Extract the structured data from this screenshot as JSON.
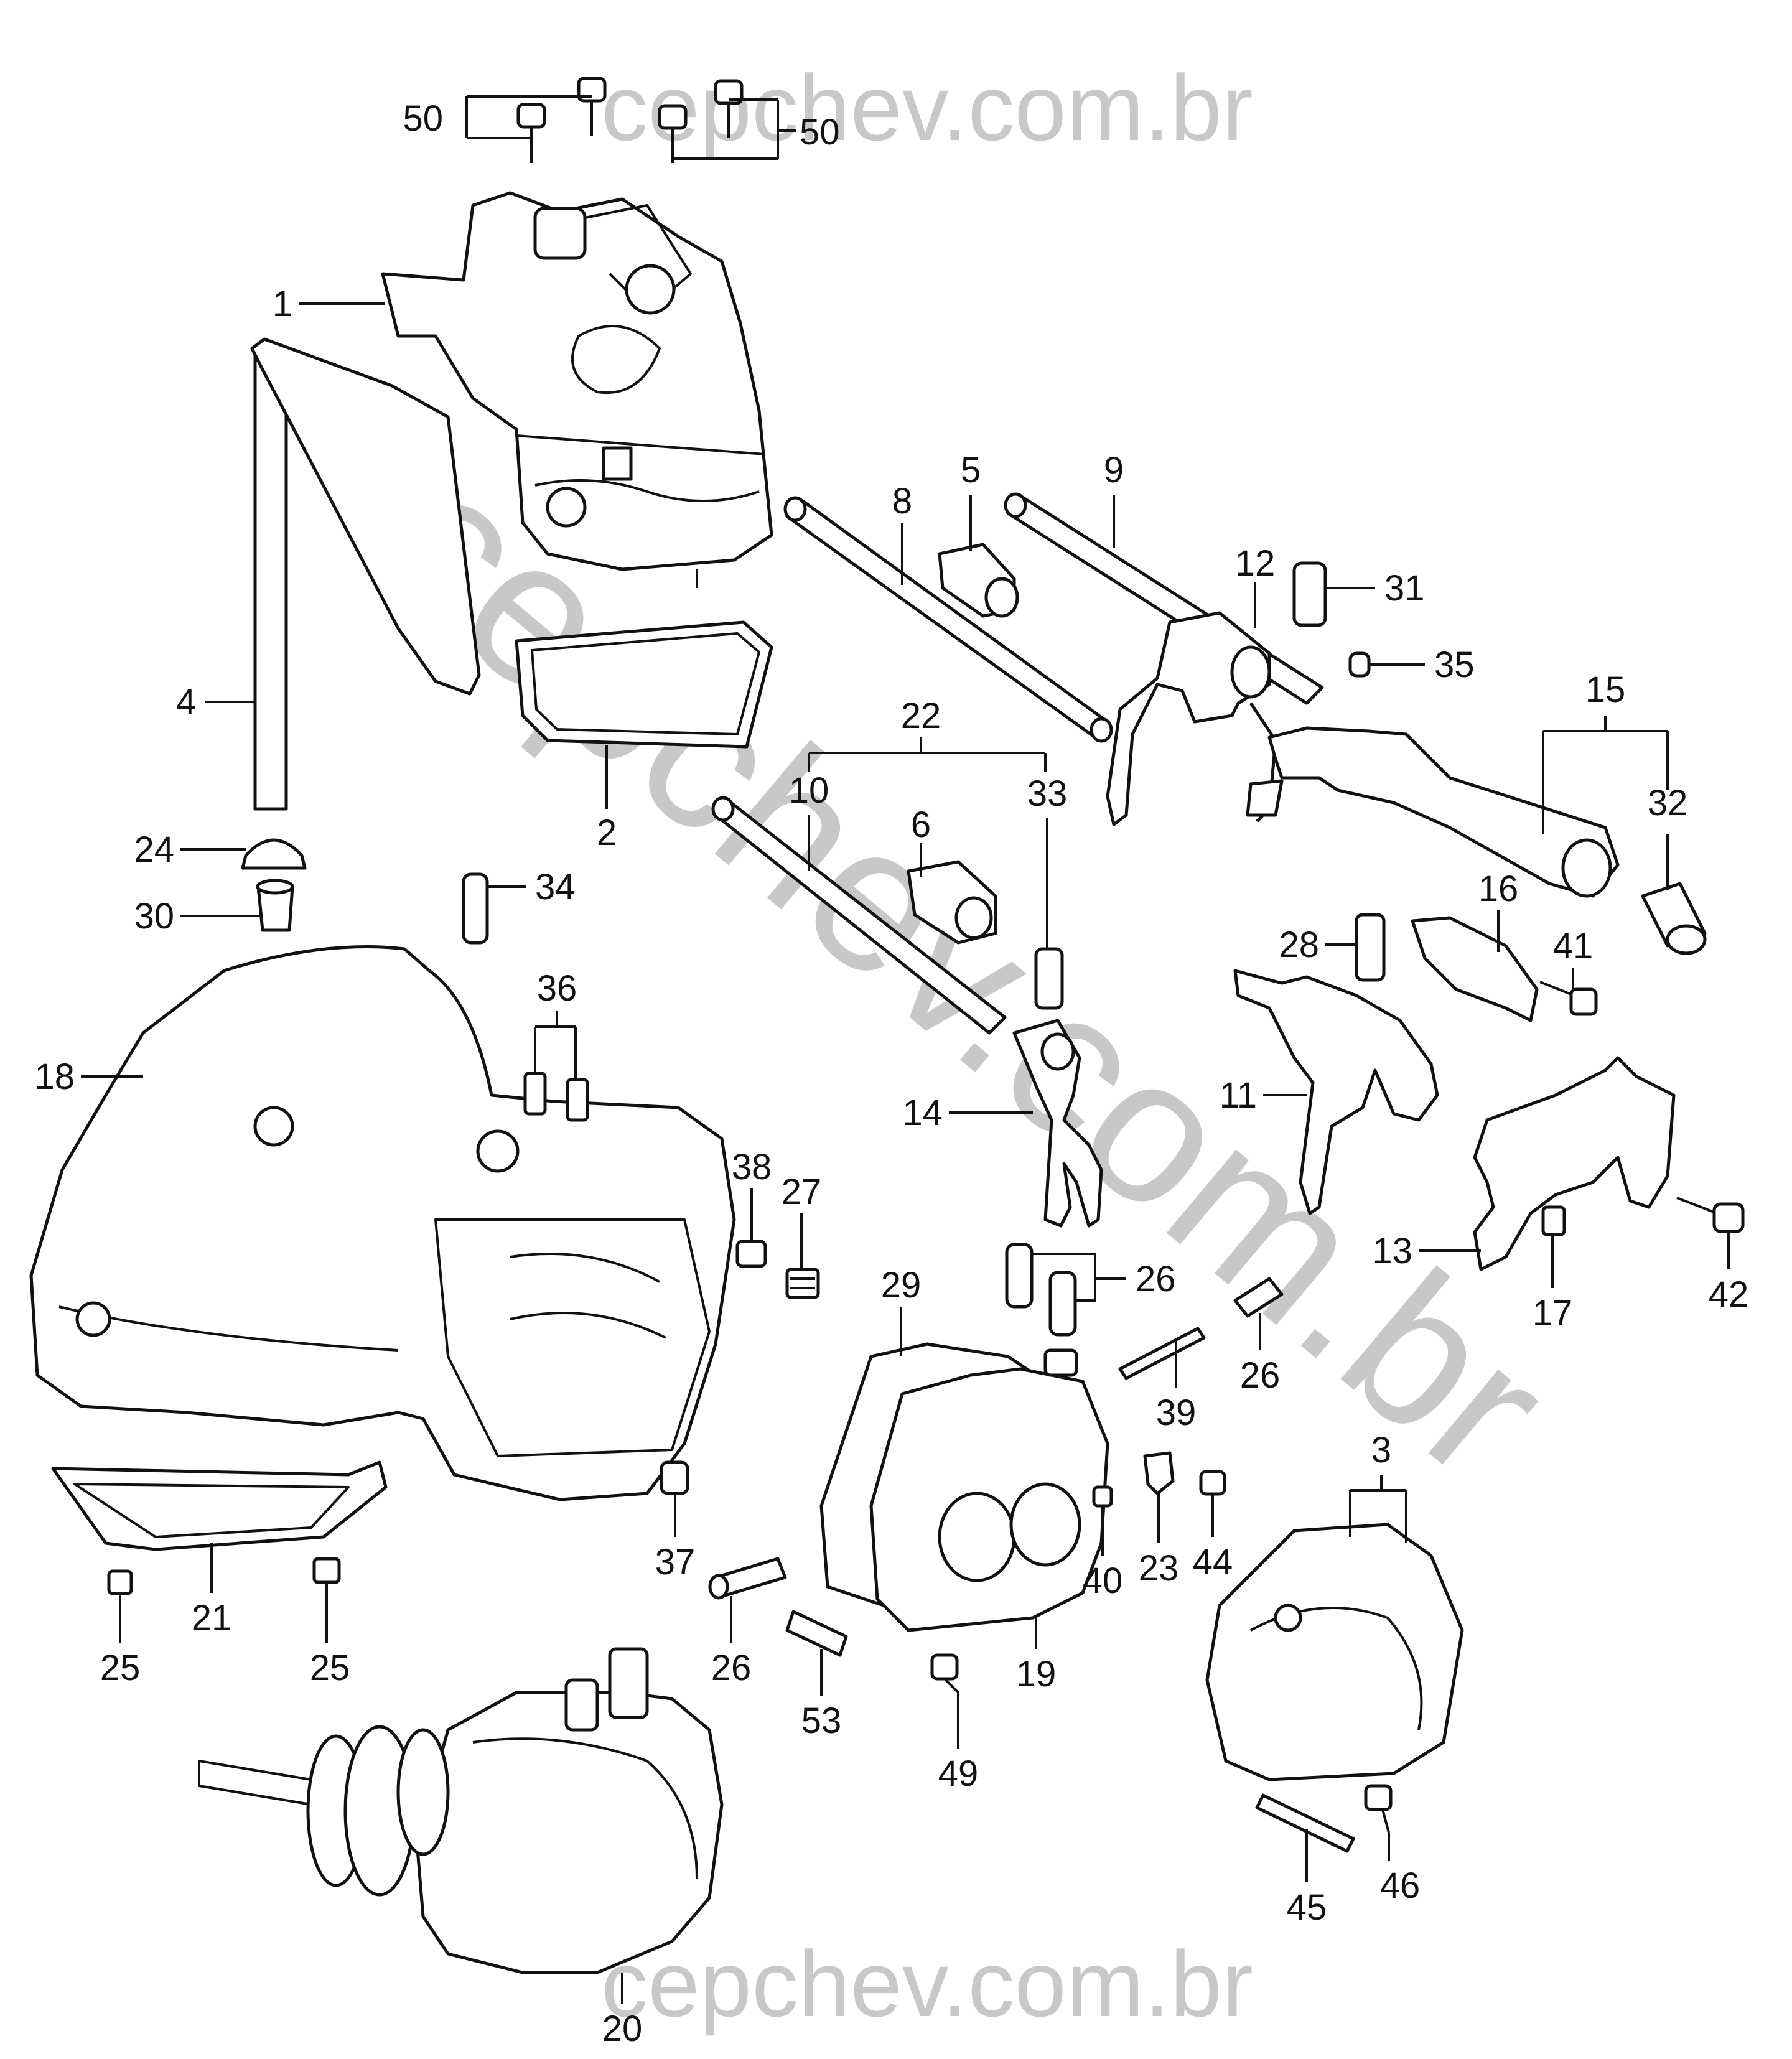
{
  "watermark": {
    "top": "cepchev.com.br",
    "bottom": "cepchev.com.br",
    "diagonal": "cepchev.com.br",
    "color": "#c8c8c8"
  },
  "labels": {
    "p1": "1",
    "p2": "2",
    "p3": "3",
    "p4": "4",
    "p5": "5",
    "p6": "6",
    "p8": "8",
    "p9": "9",
    "p10": "10",
    "p11": "11",
    "p12": "12",
    "p13": "13",
    "p14": "14",
    "p15": "15",
    "p16": "16",
    "p17": "17",
    "p18": "18",
    "p19": "19",
    "p20": "20",
    "p21": "21",
    "p22": "22",
    "p23": "23",
    "p24": "24",
    "p25a": "25",
    "p25b": "25",
    "p26a": "26",
    "p26b": "26",
    "p26c": "26",
    "p27": "27",
    "p28": "28",
    "p29": "29",
    "p30": "30",
    "p31": "31",
    "p32": "32",
    "p33": "33",
    "p34": "34",
    "p35": "35",
    "p36": "36",
    "p37": "37",
    "p38": "38",
    "p39": "39",
    "p40": "40",
    "p41": "41",
    "p42": "42",
    "p44": "44",
    "p45": "45",
    "p46": "46",
    "p49": "49",
    "p50a": "50",
    "p50b": "50",
    "p53": "53"
  },
  "colors": {
    "ink": "#111111",
    "background": "#ffffff"
  }
}
